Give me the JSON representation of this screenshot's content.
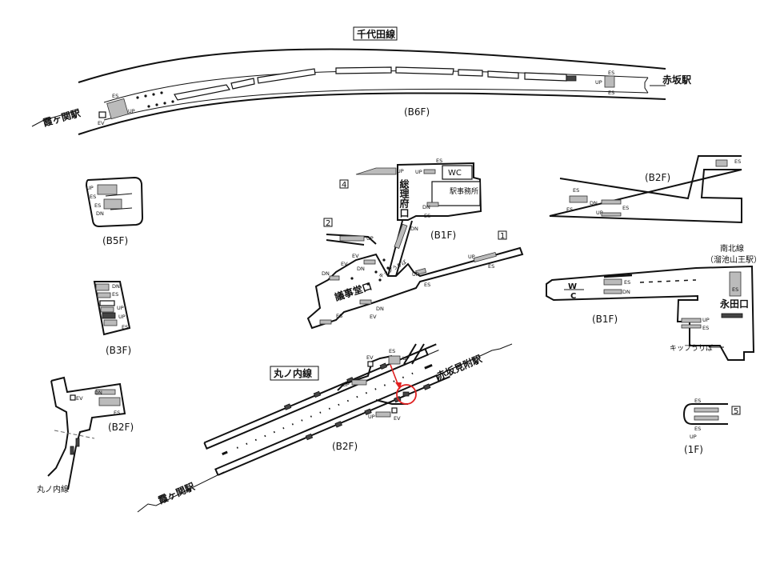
{
  "lines": {
    "chiyoda": "千代田線",
    "marunouchi": "丸ノ内線",
    "marunouchi_exit": "丸ノ内線",
    "namboku": "南北線",
    "namboku_station": "（溜池山王駅）"
  },
  "stations": {
    "kasumigaseki_top": "霞ヶ関駅",
    "akasaka": "赤坂駅",
    "akasaka_mitsuke": "赤坂見附駅",
    "kasumigaseki_bottom": "霞ヶ関駅"
  },
  "floors": {
    "b6f": "(B6F)",
    "b5f": "(B5F)",
    "b3f": "(B3F)",
    "b2f_left": "(B2F)",
    "b1f_center": "(B1F)",
    "b2f_right": "(B2F)",
    "b1f_right": "(B1F)",
    "b2f_bottom": "(B2F)",
    "f1": "(1F)"
  },
  "rooms": {
    "wc": "WC",
    "station_office": "駅事務所",
    "sourifu_exit": "総理府口",
    "gijidou_exit": "議事堂口",
    "nagatacho_exit": "永田口",
    "ticket_center": "キップうりば",
    "ticket_right": "キップうりば",
    "w": "W",
    "c": "C"
  },
  "exits": {
    "e1": "1",
    "e2": "2",
    "e4": "4",
    "e5": "5"
  },
  "signs": {
    "es": "ES",
    "up": "UP",
    "dn": "DN",
    "ev": "EV"
  },
  "colors": {
    "highlight": "#e02020"
  }
}
